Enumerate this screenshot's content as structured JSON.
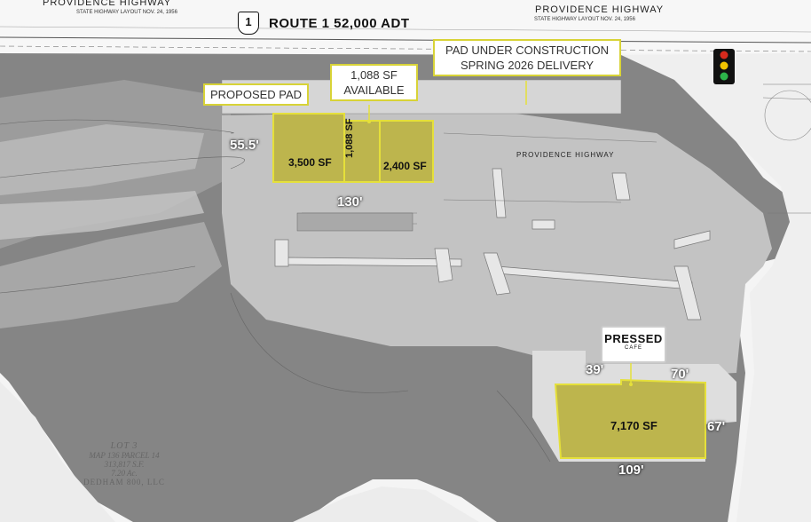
{
  "roads": {
    "top_left": "PROVIDENCE     HIGHWAY",
    "top_right": "PROVIDENCE     HIGHWAY",
    "layout_note_left": "STATE HIGHWAY LAYOUT NOV. 24, 1956",
    "layout_note_right": "STATE HIGHWAY LAYOUT NOV. 24, 1956",
    "route_shield": "1",
    "route_label": "ROUTE 1  52,000 ADT"
  },
  "callouts": {
    "proposed_pad": "PROPOSED PAD",
    "available_size": "1,088 SF",
    "available_status": "AVAILABLE",
    "construction_line1": "PAD UNDER CONSTRUCTION",
    "construction_line2": "SPRING 2026 DELIVERY"
  },
  "pads": {
    "north_a": "3,500 SF",
    "north_b": "1,088 SF",
    "north_c": "2,400 SF",
    "south": "7,170 SF"
  },
  "dimensions": {
    "north_depth": "55.5'",
    "north_width": "130'",
    "south_left_top": "39'",
    "south_right_top": "70'",
    "south_side": "67'",
    "south_bottom": "109'"
  },
  "tenant": {
    "logo_name": "PRESSED",
    "logo_sub": "CAFE"
  },
  "lot_info": {
    "title": "LOT 3",
    "line1": "MAP 136 PARCEL 14",
    "line2": "313,817 S.F.",
    "line3": "7.20 Ac.",
    "owner": "DEDHAM 800, LLC"
  },
  "colors": {
    "pad_fill": "#bdb54d",
    "pad_border": "#e5e03a",
    "traffic_light_red": "#d62a1d",
    "traffic_light_yellow": "#f2c400",
    "traffic_light_green": "#2db34a"
  }
}
